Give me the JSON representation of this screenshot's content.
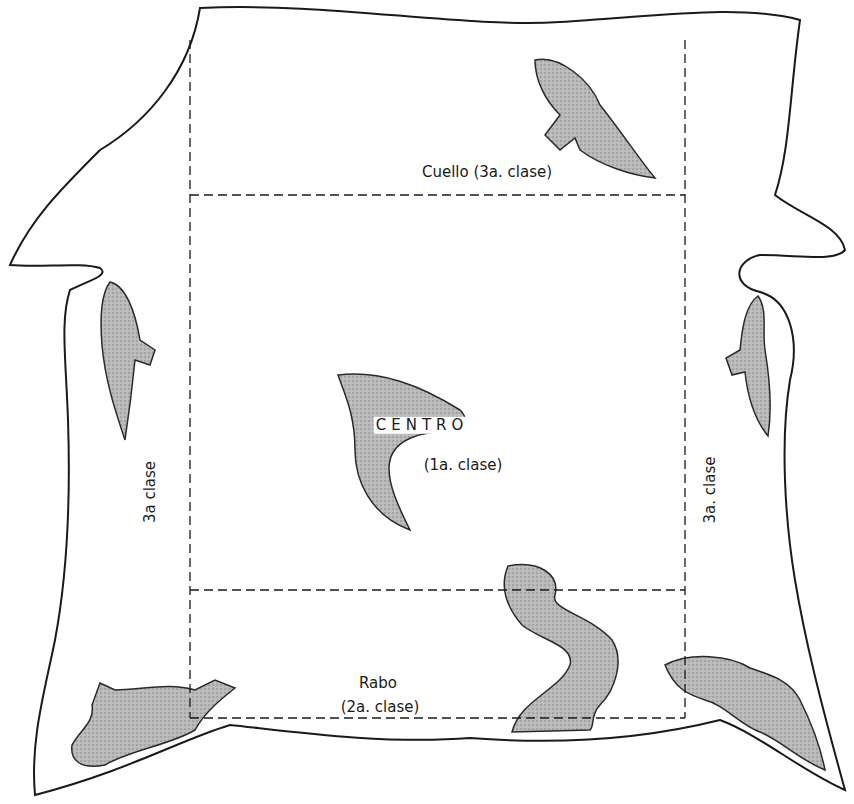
{
  "diagram": {
    "nodes": [
      {
        "text": [
          "Cuello (3a. clase)"
        ]
      },
      {
        "text": [
          "CENTRO",
          "(1a. clase)"
        ]
      },
      {
        "text": [
          "Rabo",
          "(2a. clase)"
        ]
      }
    ],
    "labels": [
      "3a clase",
      "3a. clase"
    ]
  }
}
